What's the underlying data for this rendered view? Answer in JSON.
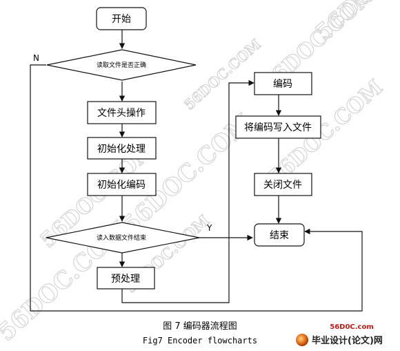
{
  "watermark": {
    "text": "56DOC.COM"
  },
  "nodes": {
    "start": "开始",
    "check_file": "读取文件是否正确",
    "header_op": "文件头操作",
    "init_process": "初始化处理",
    "init_encode": "初始化编码",
    "read_end": "读入数据文件结束",
    "preprocess": "预处理",
    "encode": "编码",
    "write_file": "将编码写入文件",
    "close_file": "关闭文件",
    "end": "结束"
  },
  "labels": {
    "no": "N",
    "yes": "Y"
  },
  "caption": {
    "zh": "图 7  编码器流程图",
    "en": "Fig7 Encoder flowcharts"
  },
  "brand": {
    "site": "56D0C.com",
    "name": "毕业设计(论文)网"
  },
  "colors": {
    "line": "#111111",
    "watermark": "#d6d6d6",
    "brand_red": "#c21b17",
    "logo_orange": "#e8731c"
  }
}
